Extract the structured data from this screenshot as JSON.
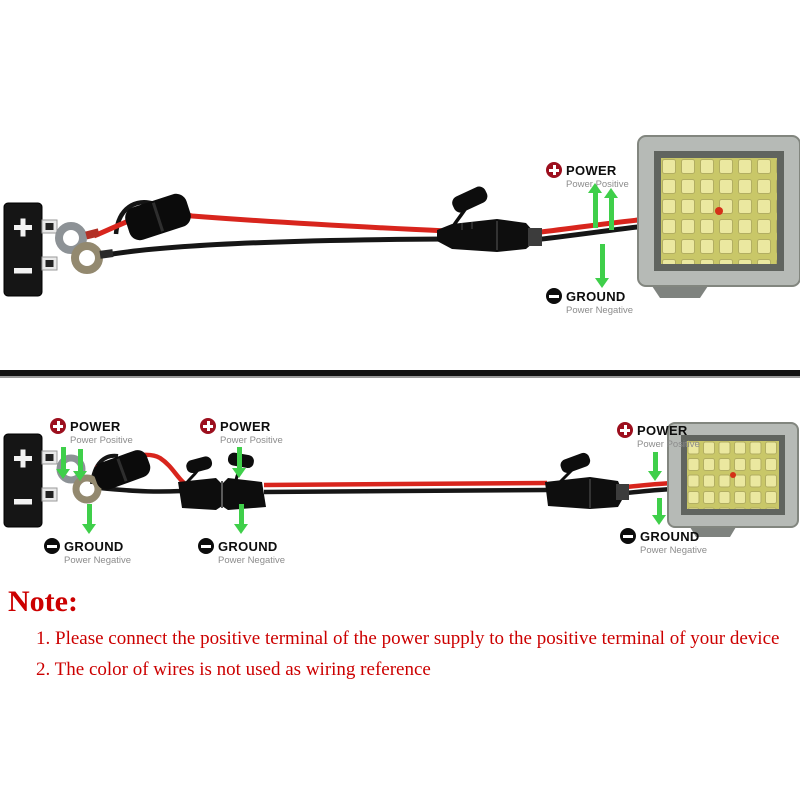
{
  "labels": {
    "power": {
      "title": "POWER",
      "subtitle": "Power Positive"
    },
    "ground": {
      "title": "GROUND",
      "subtitle": "Power Negative"
    }
  },
  "note": {
    "title": "Note:",
    "items": [
      "1. Please connect the positive terminal of the power supply to the positive terminal of your device",
      "2. The color of wires is not used as wiring reference"
    ]
  },
  "colors": {
    "positive_wire": "#d8251d",
    "negative_wire": "#161616",
    "arrow_green": "#3fcf4a",
    "power_icon_red": "#9c0f1e",
    "ground_icon_black": "#0c0c0c",
    "note_text_red": "#cc0000",
    "led_panel_yellow": "#c9c768",
    "floodlight_body_gray": "#b6bab6"
  }
}
